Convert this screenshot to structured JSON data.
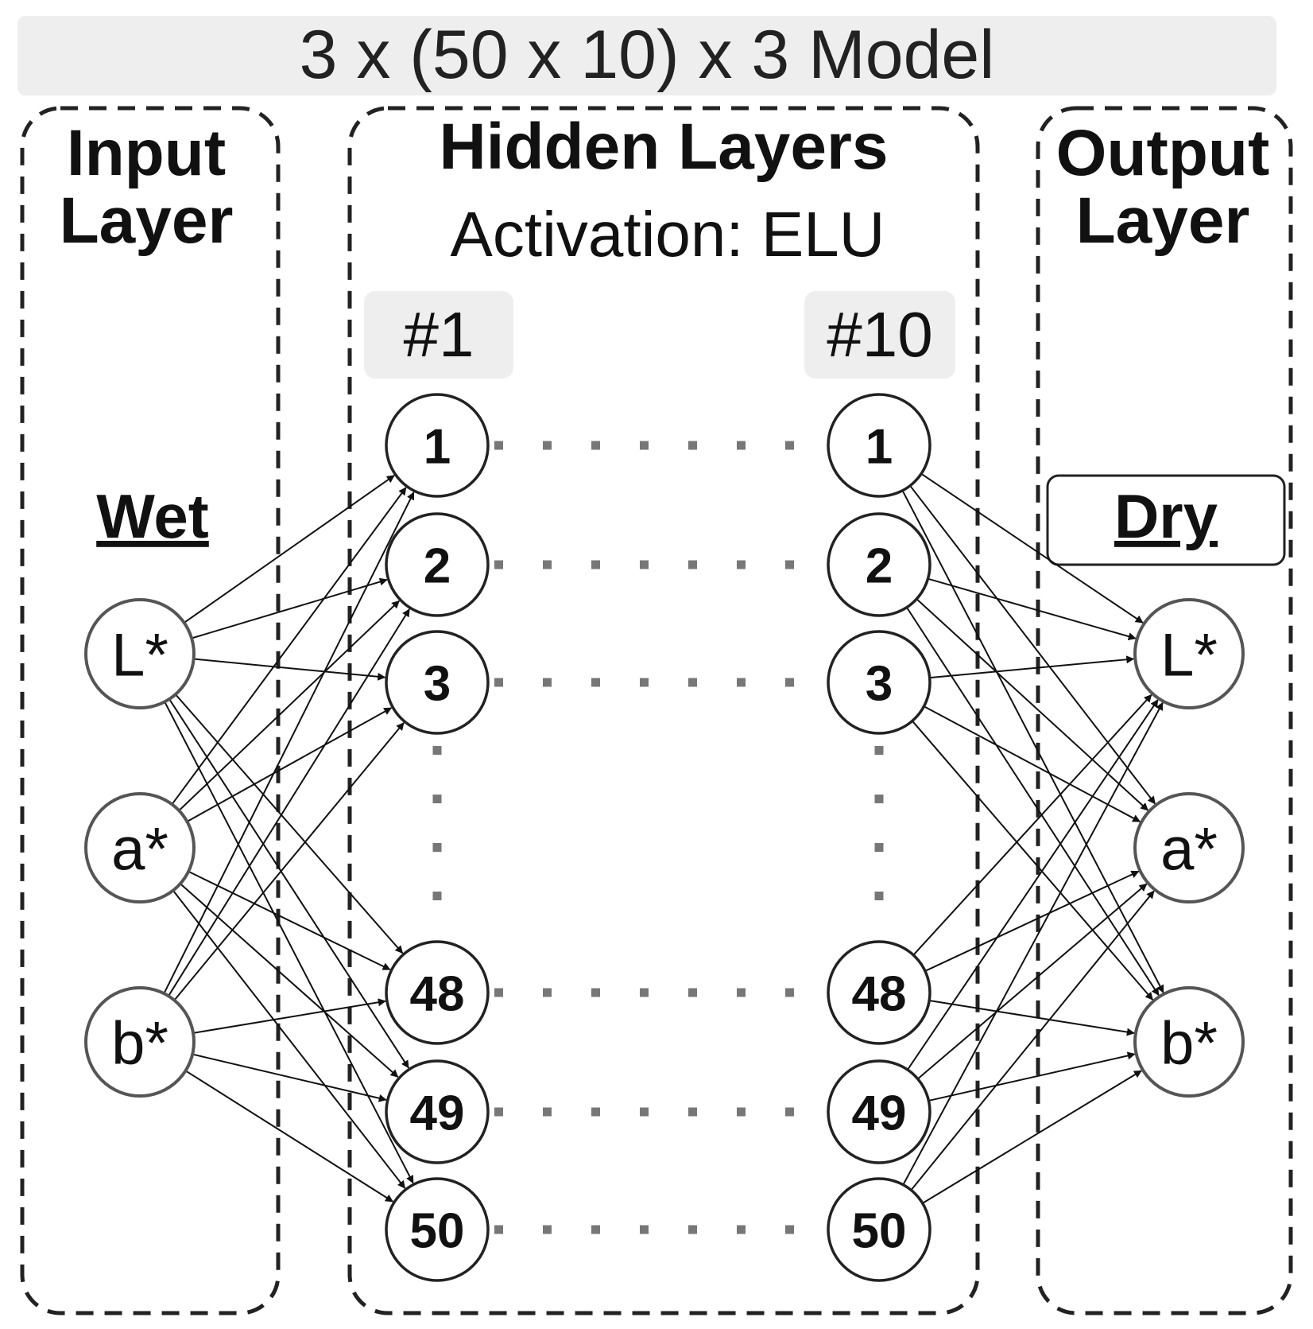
{
  "title": "3 x (50 x 10) x 3 Model",
  "input_layer": {
    "heading_line1": "Input",
    "heading_line2": "Layer",
    "group_label": "Wet",
    "nodes": [
      "L*",
      "a*",
      "b*"
    ]
  },
  "hidden_layers": {
    "heading": "Hidden Layers",
    "activation": "Activation: ELU",
    "first_tag": "#1",
    "last_tag": "#10",
    "nodes": [
      "1",
      "2",
      "3",
      "48",
      "49",
      "50"
    ]
  },
  "output_layer": {
    "heading_line1": "Output",
    "heading_line2": "Layer",
    "group_label": "Dry",
    "nodes": [
      "L*",
      "a*",
      "b*"
    ]
  },
  "colors": {
    "title_bar": "#eeeeee",
    "tag_bg": "#eeeeee",
    "box_stroke": "#222222",
    "dots": "#777777"
  }
}
